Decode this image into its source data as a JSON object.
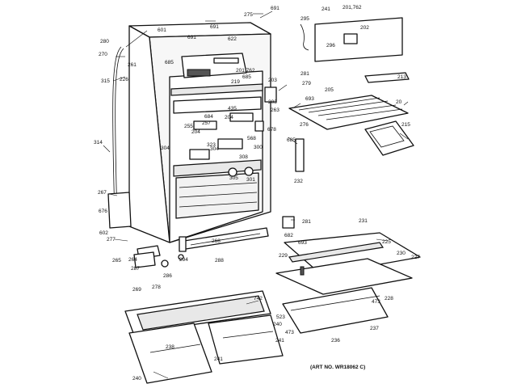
{
  "art_number": "(ART NO. WR18062 C)",
  "callouts": [
    "691",
    "275",
    "201,762",
    "241",
    "295",
    "202",
    "296",
    "280",
    "270",
    "261",
    "601",
    "691",
    "691",
    "622",
    "685",
    "281",
    "315",
    "226",
    "201,762",
    "203",
    "213",
    "279",
    "693",
    "205",
    "219",
    "685",
    "435",
    "204",
    "684",
    "257",
    "255",
    "204",
    "203",
    "304",
    "678",
    "263",
    "276",
    "20",
    "215",
    "568",
    "300",
    "323",
    "308",
    "305",
    "304",
    "301",
    "685",
    "232",
    "314",
    "267",
    "676",
    "281",
    "602",
    "277",
    "682",
    "693",
    "231",
    "225",
    "268",
    "288",
    "294",
    "265",
    "264",
    "230",
    "227",
    "229",
    "287",
    "286",
    "278",
    "269",
    "228",
    "473",
    "742",
    "523",
    "473",
    "236",
    "237",
    "240",
    "238",
    "241",
    "241",
    "240"
  ]
}
